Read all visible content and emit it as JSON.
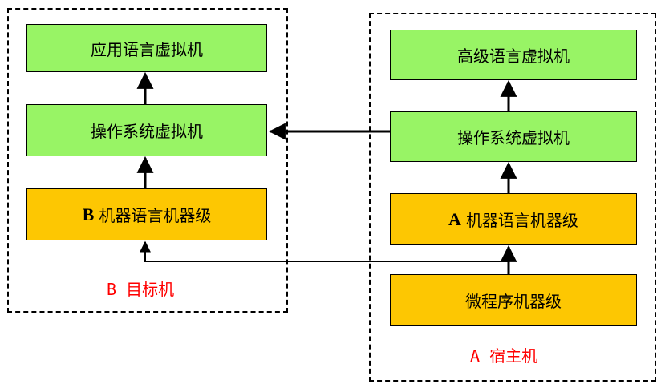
{
  "colors": {
    "green": "#98f465",
    "gold": "#fdc702",
    "caption": "#ff0000",
    "line": "#000000"
  },
  "b_machine": {
    "caption": "B 目标机",
    "levels": {
      "app_vm": "应用语言虚拟机",
      "os_vm": "操作系统虚拟机",
      "machine_prefix": "B",
      "machine_text": "机器语言机器级"
    }
  },
  "a_machine": {
    "caption": "A 宿主机",
    "levels": {
      "hll_vm": "高级语言虚拟机",
      "os_vm": "操作系统虚拟机",
      "machine_prefix": "A",
      "machine_text": "机器语言机器级",
      "micro": "微程序机器级"
    }
  }
}
